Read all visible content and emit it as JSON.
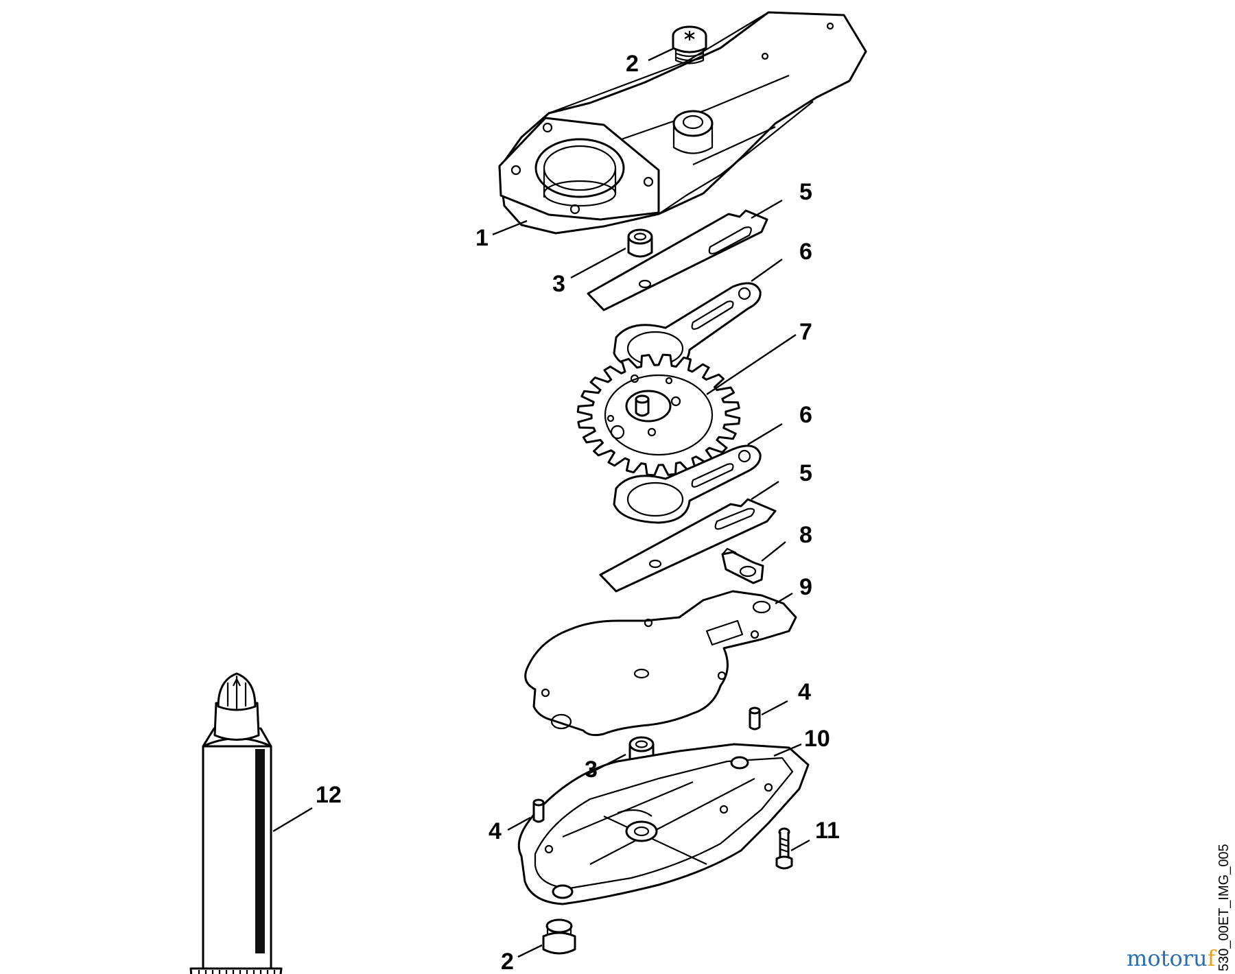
{
  "callouts": {
    "c1": "1",
    "c2_top": "2",
    "c2_bottom": "2",
    "c3_top": "3",
    "c3_bottom": "3",
    "c4_right": "4",
    "c4_left": "4",
    "c5_top": "5",
    "c5_bottom": "5",
    "c6_top": "6",
    "c6_bottom": "6",
    "c7": "7",
    "c8": "8",
    "c9": "9",
    "c10": "10",
    "c11": "11",
    "c12": "12"
  },
  "image_code": "530_00ET_IMG_005",
  "watermark": {
    "part1": "motoru",
    "part2": "f"
  }
}
